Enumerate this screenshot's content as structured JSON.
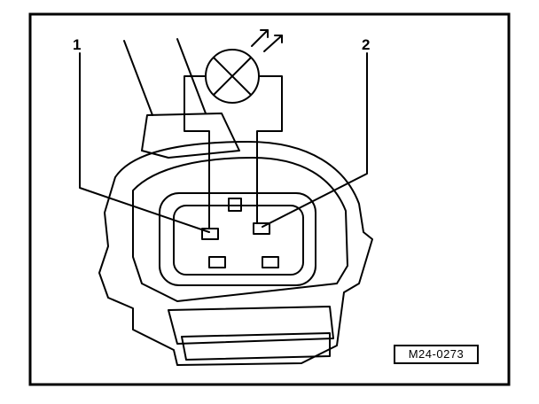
{
  "callouts": {
    "item_1": "1",
    "item_2": "2"
  },
  "reference_code": "M24-0273",
  "icons": {
    "test_lamp": "test-lamp-icon",
    "connector": "connector-housing-icon"
  },
  "colors": {
    "line": "#000000",
    "background": "#ffffff"
  }
}
